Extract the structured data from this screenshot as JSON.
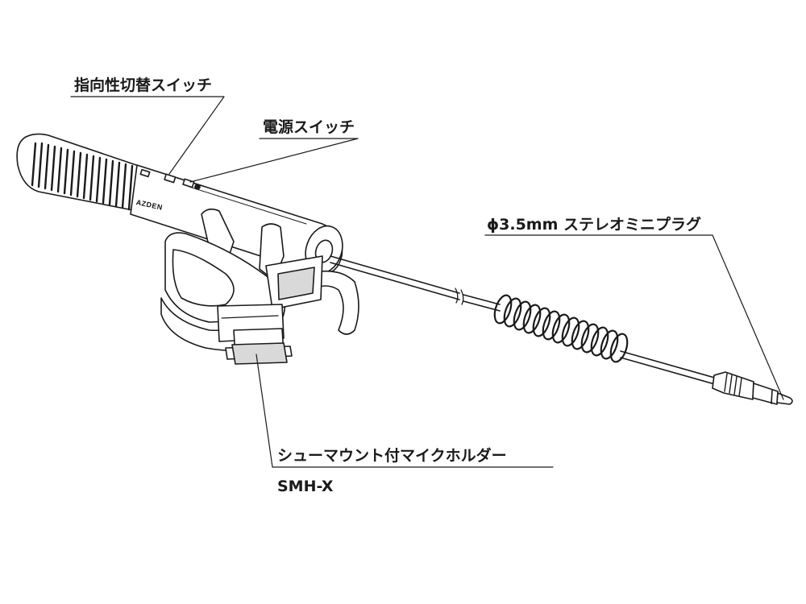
{
  "labels": {
    "directivity_switch": "指向性切替スイッチ",
    "power_switch": "電源スイッチ",
    "stereo_plug": "ϕ3.5mm ステレオミニプラグ",
    "shoe_mount_holder": "シューマウント付マイクホルダー",
    "model": "SMH-X"
  },
  "brand": "AZDEN",
  "colors": {
    "line": "#1a1a1a",
    "fill": "#ffffff",
    "shade": "#d9d9d9"
  }
}
